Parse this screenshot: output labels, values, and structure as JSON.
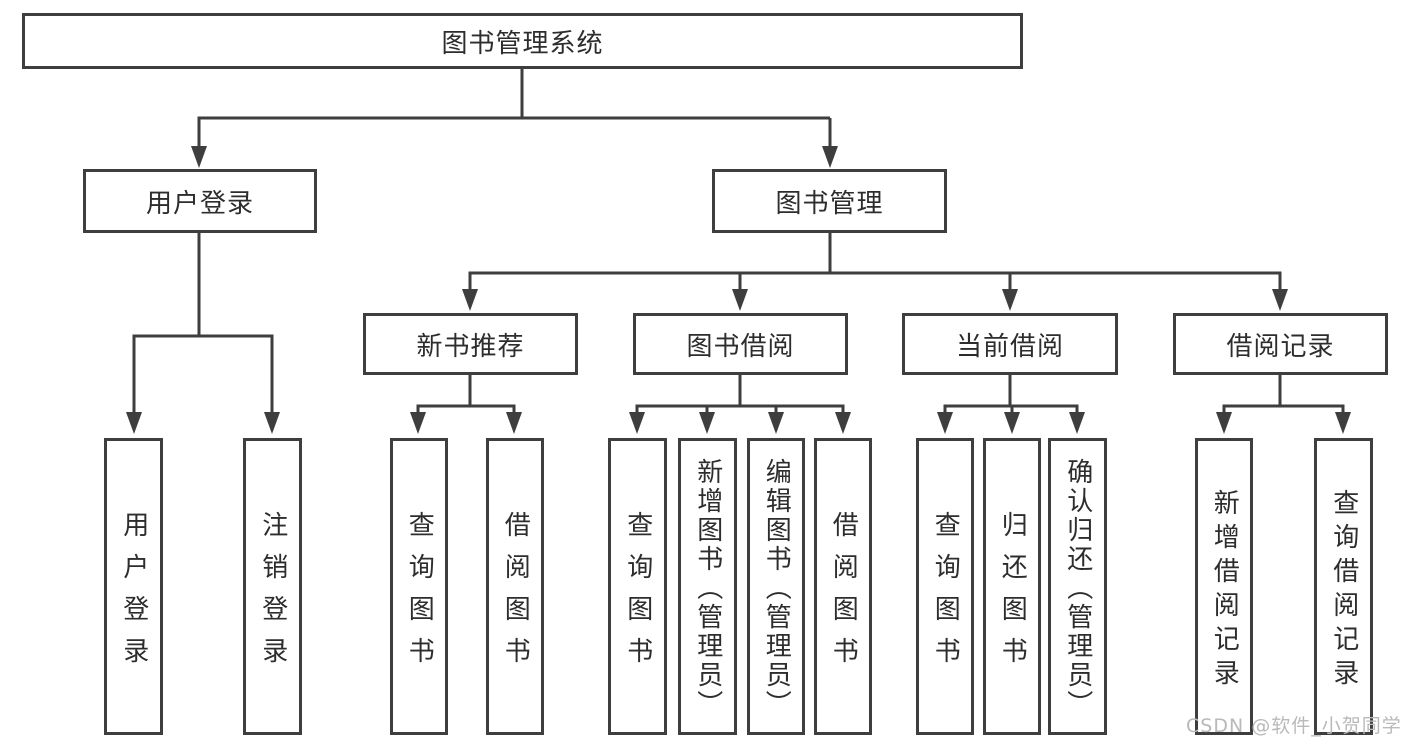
{
  "diagram": {
    "tree": {
      "root": {
        "label": "图书管理系统",
        "children": [
          {
            "label": "用户登录",
            "children": [
              {
                "label": "用户登录"
              },
              {
                "label": "注销登录"
              }
            ]
          },
          {
            "label": "图书管理",
            "children": [
              {
                "label": "新书推荐",
                "children": [
                  {
                    "label": "查询图书"
                  },
                  {
                    "label": "借阅图书"
                  }
                ]
              },
              {
                "label": "图书借阅",
                "children": [
                  {
                    "label": "查询图书"
                  },
                  {
                    "label": "新增图书（管理员）"
                  },
                  {
                    "label": "编辑图书（管理员）"
                  },
                  {
                    "label": "借阅图书"
                  }
                ]
              },
              {
                "label": "当前借阅",
                "children": [
                  {
                    "label": "查询图书"
                  },
                  {
                    "label": "归还图书"
                  },
                  {
                    "label": "确认归还（管理员）"
                  }
                ]
              },
              {
                "label": "借阅记录",
                "children": [
                  {
                    "label": "新增借阅记录"
                  },
                  {
                    "label": "查询借阅记录"
                  }
                ]
              }
            ]
          }
        ]
      }
    },
    "watermark": "CSDN @软件_小贺同学",
    "colors": {
      "line": "#3e3e3e",
      "text": "#2d2d2d",
      "watermark": "#b9b9b9",
      "background": "#ffffff"
    }
  }
}
